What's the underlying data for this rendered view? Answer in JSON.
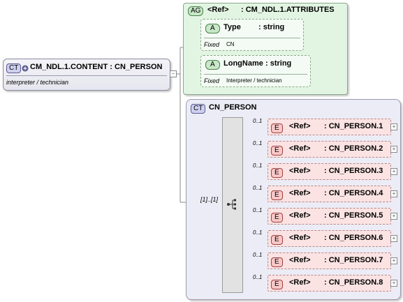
{
  "root": {
    "tag": "CT",
    "title": "CM_NDL.1.CONTENT : CN_PERSON",
    "doc": "interpreter / technician"
  },
  "attribute_group": {
    "tag": "AG",
    "ref_label": "<Ref>",
    "name": ": CM_NDL.1.ATTRIBUTES",
    "attributes": [
      {
        "tag": "A",
        "name": "Type",
        "type": ": string",
        "fixed_label": "Fixed",
        "fixed_value": "CN"
      },
      {
        "tag": "A",
        "name": "LongName",
        "type": ": string",
        "fixed_label": "Fixed",
        "fixed_value": "Interpreter / technician"
      }
    ]
  },
  "complex_type": {
    "tag": "CT",
    "name": "CN_PERSON",
    "cardinality": "[1]..[1]",
    "elements": [
      {
        "tag": "E",
        "ref_label": "<Ref>",
        "name": ": CN_PERSON.1",
        "occurs": "0..1"
      },
      {
        "tag": "E",
        "ref_label": "<Ref>",
        "name": ": CN_PERSON.2",
        "occurs": "0..1"
      },
      {
        "tag": "E",
        "ref_label": "<Ref>",
        "name": ": CN_PERSON.3",
        "occurs": "0..1"
      },
      {
        "tag": "E",
        "ref_label": "<Ref>",
        "name": ": CN_PERSON.4",
        "occurs": "0..1"
      },
      {
        "tag": "E",
        "ref_label": "<Ref>",
        "name": ": CN_PERSON.5",
        "occurs": "0..1"
      },
      {
        "tag": "E",
        "ref_label": "<Ref>",
        "name": ": CN_PERSON.6",
        "occurs": "0..1"
      },
      {
        "tag": "E",
        "ref_label": "<Ref>",
        "name": ": CN_PERSON.7",
        "occurs": "0..1"
      },
      {
        "tag": "E",
        "ref_label": "<Ref>",
        "name": ": CN_PERSON.8",
        "occurs": "0..1"
      }
    ]
  },
  "icons": {
    "sequence": "sequence-icon",
    "expand": "expand-plus-icon"
  }
}
